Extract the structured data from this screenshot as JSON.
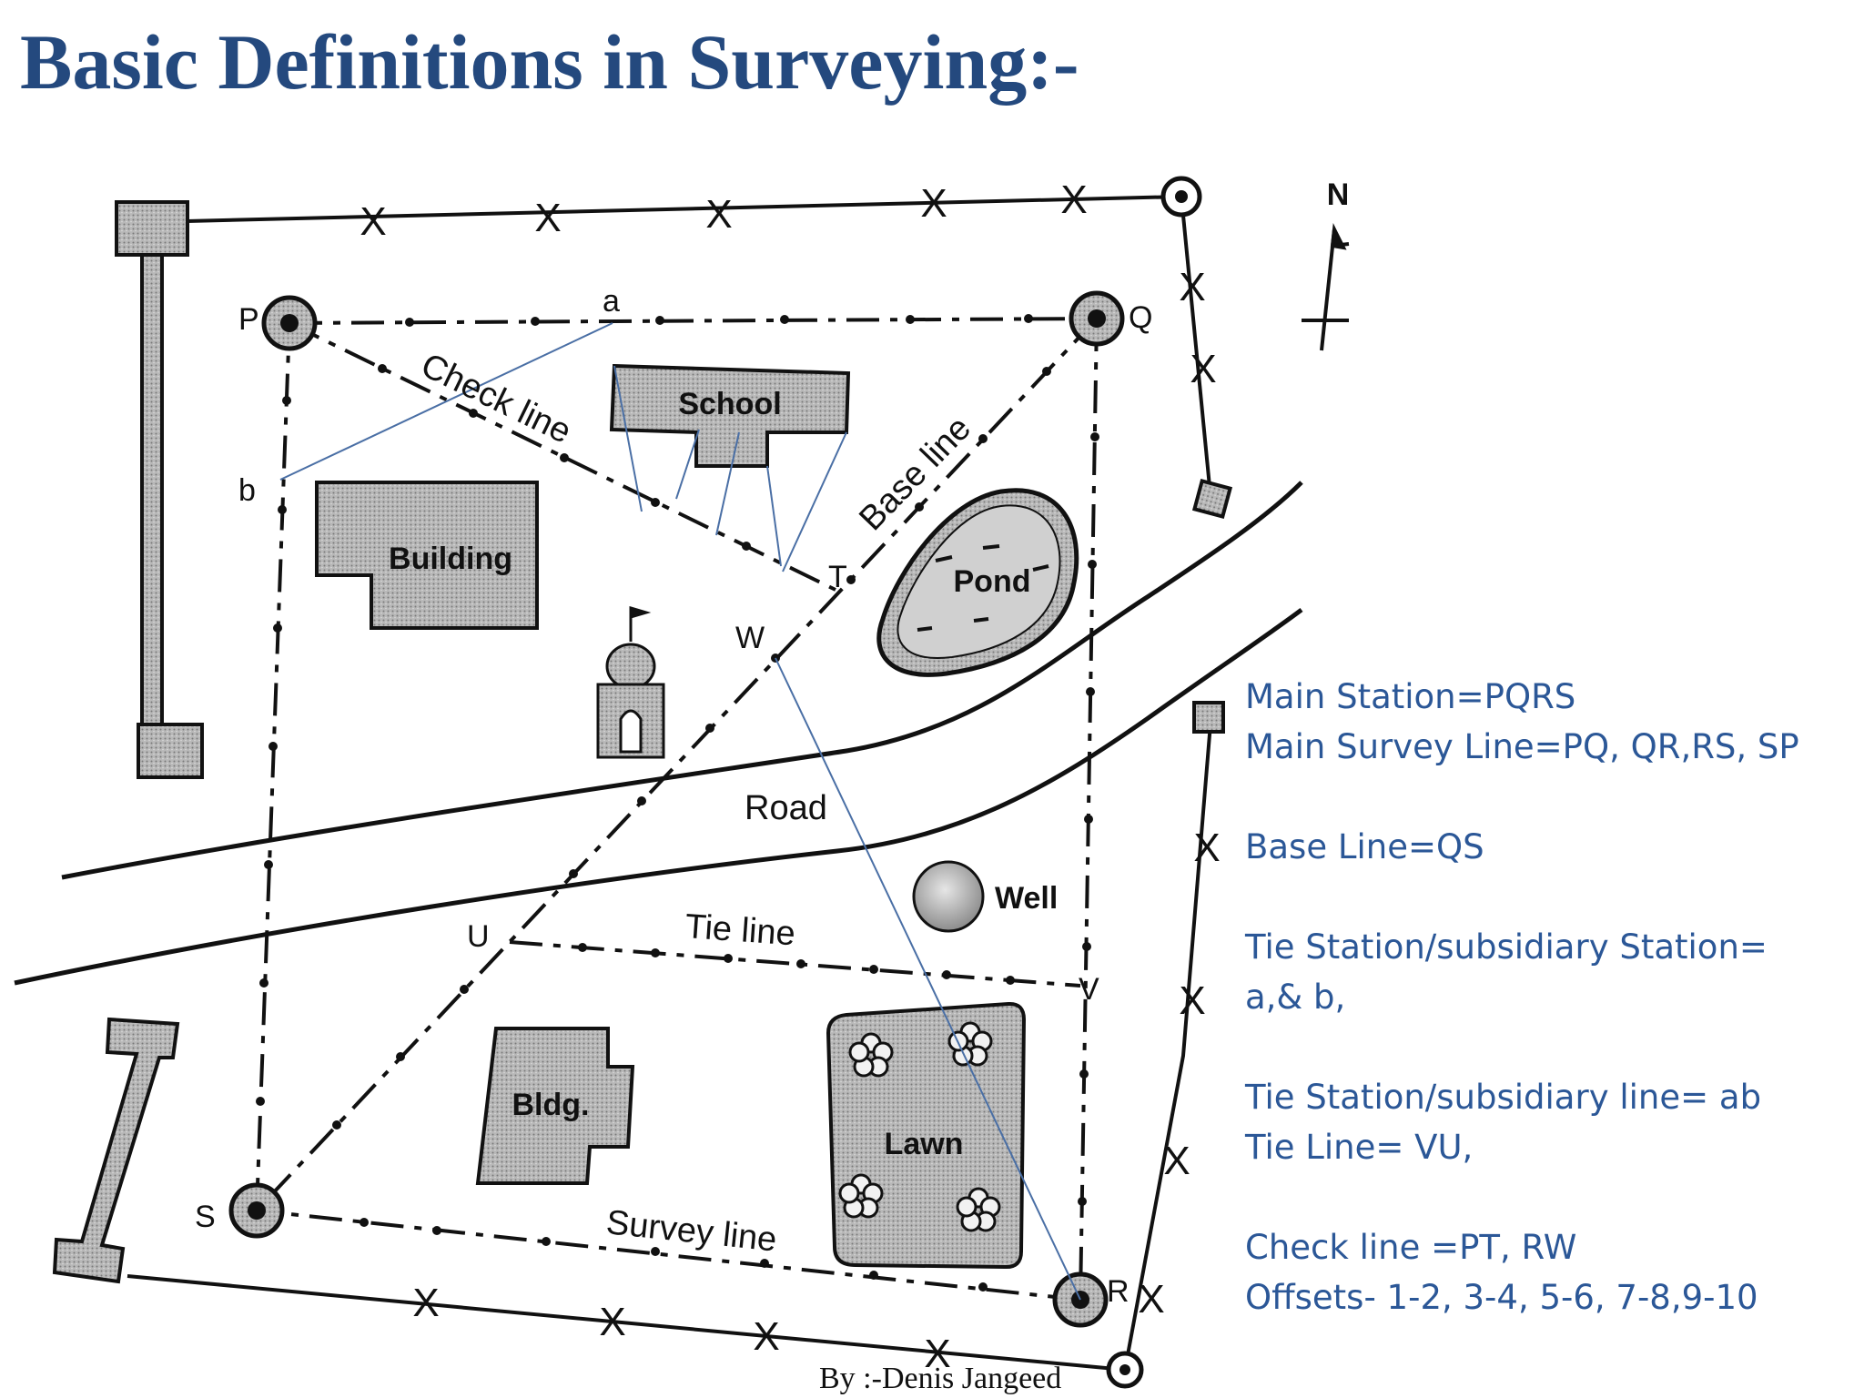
{
  "title": "Basic Definitions in Surveying:-",
  "colors": {
    "title": "#24497e",
    "notes": "#2b5797",
    "annotation_lines": "#4a6fa5",
    "ink": "#111111",
    "hatch": "#a8a8a8"
  },
  "diagram": {
    "stations": {
      "P": "P",
      "Q": "Q",
      "R": "R",
      "S": "S",
      "T": "T",
      "U": "U",
      "V": "V",
      "W": "W",
      "a": "a",
      "b": "b"
    },
    "line_labels": {
      "check_line": "Check line",
      "base_line": "Base line",
      "tie_line": "Tie line",
      "survey_line": "Survey line",
      "road": "Road"
    },
    "features": {
      "school": "School",
      "building": "Building",
      "pond": "Pond",
      "well": "Well",
      "bldg": "Bldg.",
      "lawn": "Lawn"
    },
    "north": "N"
  },
  "notes": {
    "main_station": "Main Station=PQRS",
    "main_survey_line": "Main Survey Line=PQ, QR,RS, SP",
    "base_line": "Base Line=QS",
    "tie_station_1": "Tie Station/subsidiary Station=",
    "tie_station_2": "a,& b,",
    "tie_subsidiary_line": "Tie Station/subsidiary line= ab",
    "tie_line": "Tie Line= VU,",
    "check_line": "Check line =PT, RW",
    "offsets": "Offsets- 1-2, 3-4, 5-6, 7-8,9-10"
  },
  "credit": "By :-Denis Jangeed"
}
